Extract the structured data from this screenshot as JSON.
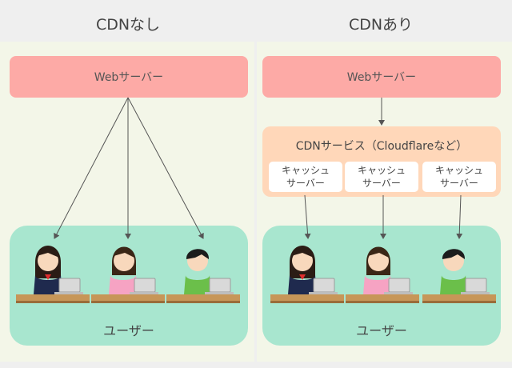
{
  "left": {
    "heading": "CDNなし",
    "web_server": "Webサーバー",
    "users_label": "ユーザー"
  },
  "right": {
    "heading": "CDNあり",
    "web_server": "Webサーバー",
    "cdn_title": "CDNサービス（Cloudflareなど）",
    "cache_servers": [
      "キャッシュ\nサーバー",
      "キャッシュ\nサーバー",
      "キャッシュ\nサーバー"
    ],
    "users_label": "ユーザー"
  },
  "colors": {
    "web_server": "#fdaaa6",
    "cdn": "#ffd7b9",
    "users": "#a8e6cf",
    "panel": "#f3f6e8",
    "arrow": "#555555"
  },
  "user_icons": [
    "woman-with-laptop-icon",
    "woman-with-laptop-icon",
    "man-with-laptop-icon"
  ]
}
